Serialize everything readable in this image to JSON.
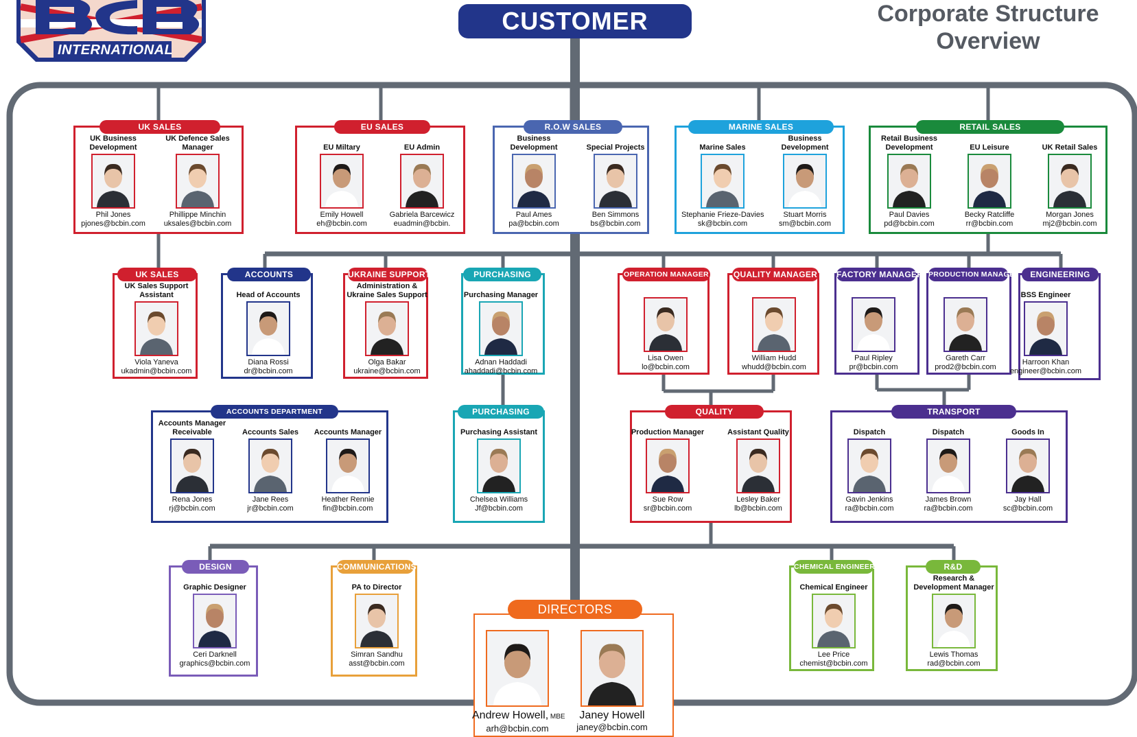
{
  "logo": {
    "text": "INTERNATIONAL"
  },
  "title": {
    "line1": "Corporate Structure",
    "line2": "Overview"
  },
  "customer": {
    "label": "CUSTOMER"
  },
  "colors": {
    "connector": "#626a74",
    "customer": "#22358a",
    "red": "#d0202e",
    "navy": "#22358a",
    "steel": "#4a66b0",
    "sky": "#1ea2dc",
    "green": "#1a8a3c",
    "teal": "#19a6b4",
    "purple": "#4b2f8f",
    "violet": "#7a5cb8",
    "gold": "#e8a03a",
    "lime": "#79b83b",
    "orange": "#ef6a1e"
  },
  "departments": [
    {
      "id": "uk-sales",
      "label": "UK SALES",
      "color": "red",
      "people": [
        {
          "role": "UK Business Development",
          "name": "Phil Jones",
          "email": "pjones@bcbin.com"
        },
        {
          "role": "UK Defence Sales Manager",
          "name": "Phillippe Minchin",
          "email": "uksales@bcbin.com"
        }
      ]
    },
    {
      "id": "eu-sales",
      "label": "EU SALES",
      "color": "red",
      "people": [
        {
          "role": "EU Miltary",
          "name": "Emily Howell",
          "email": "eh@bcbin.com"
        },
        {
          "role": "EU Admin",
          "name": "Gabriela Barcewicz",
          "email": "euadmin@bcbin."
        }
      ]
    },
    {
      "id": "row-sales",
      "label": "R.O.W SALES",
      "color": "steel",
      "people": [
        {
          "role": "Business Development",
          "name": "Paul Ames",
          "email": "pa@bcbin.com"
        },
        {
          "role": "Special Projects",
          "name": "Ben Simmons",
          "email": "bs@bcbin.com"
        }
      ]
    },
    {
      "id": "marine-sales",
      "label": "MARINE SALES",
      "color": "sky",
      "people": [
        {
          "role": "Marine Sales",
          "name": "Stephanie Frieze-Davies",
          "email": "sk@bcbin.com"
        },
        {
          "role": "Business Development",
          "name": "Stuart Morris",
          "email": "sm@bcbin.com"
        }
      ]
    },
    {
      "id": "retail-sales",
      "label": "RETAIL SALES",
      "color": "green",
      "people": [
        {
          "role": "Retail Business Development",
          "name": "Paul Davies",
          "email": "pd@bcbin.com"
        },
        {
          "role": "EU Leisure",
          "name": "Becky Ratcliffe",
          "email": "rr@bcbin.com"
        },
        {
          "role": "UK Retail Sales",
          "name": "Morgan Jones",
          "email": "mj2@bcbin.com"
        }
      ]
    },
    {
      "id": "uk-sales-support",
      "label": "UK SALES",
      "color": "red",
      "people": [
        {
          "role": "UK Sales Support Assistant",
          "name": "Viola Yaneva",
          "email": "ukadmin@bcbin.com"
        }
      ]
    },
    {
      "id": "accounts",
      "label": "ACCOUNTS",
      "color": "navy",
      "people": [
        {
          "role": "Head of Accounts",
          "name": "Diana Rossi",
          "email": "dr@bcbin.com"
        }
      ]
    },
    {
      "id": "ukraine-support",
      "label": "UKRAINE SUPPORT",
      "color": "red",
      "people": [
        {
          "role": "Administration & Ukraine Sales Support",
          "name": "Olga Bakar",
          "email": "ukraine@bcbin.com"
        }
      ]
    },
    {
      "id": "purchasing-manager",
      "label": "PURCHASING",
      "color": "teal",
      "people": [
        {
          "role": "Purchasing Manager",
          "name": "Adnan Haddadi",
          "email": "ahaddadi@bcbin.com"
        }
      ]
    },
    {
      "id": "operation-manager",
      "label": "OPERATION MANAGER",
      "color": "red",
      "people": [
        {
          "role": "",
          "name": "Lisa Owen",
          "email": "lo@bcbin.com"
        }
      ]
    },
    {
      "id": "quality-manager",
      "label": "QUALITY MANAGER",
      "color": "red",
      "people": [
        {
          "role": "",
          "name": "William Hudd",
          "email": "whudd@bcbin.com"
        }
      ]
    },
    {
      "id": "factory-manager",
      "label": "FACTORY MANAGER",
      "color": "purple",
      "people": [
        {
          "role": "",
          "name": "Paul Ripley",
          "email": "pr@bcbin.com"
        }
      ]
    },
    {
      "id": "production-manager",
      "label": "PRODUCTION MANAGER",
      "color": "purple",
      "people": [
        {
          "role": "",
          "name": "Gareth Carr",
          "email": "prod2@bcbin.com"
        }
      ]
    },
    {
      "id": "engineering",
      "label": "ENGINEERING",
      "color": "purple",
      "people": [
        {
          "role": "BSS Engineer",
          "name": "Harroon Khan",
          "email": "engineer@bcbin.com"
        }
      ]
    },
    {
      "id": "accounts-department",
      "label": "ACCOUNTS DEPARTMENT",
      "color": "navy",
      "people": [
        {
          "role": "Accounts Manager Receivable",
          "name": "Rena Jones",
          "email": "rj@bcbin.com"
        },
        {
          "role": "Accounts Sales",
          "name": "Jane Rees",
          "email": "jr@bcbin.com"
        },
        {
          "role": "Accounts Manager",
          "name": "Heather Rennie",
          "email": "fin@bcbin.com"
        }
      ]
    },
    {
      "id": "purchasing-assistant",
      "label": "PURCHASING",
      "color": "teal",
      "people": [
        {
          "role": "Purchasing Assistant",
          "name": "Chelsea Williams",
          "email": "Jf@bcbin.com"
        }
      ]
    },
    {
      "id": "quality",
      "label": "QUALITY",
      "color": "red",
      "people": [
        {
          "role": "Production Manager",
          "name": "Sue Row",
          "email": "sr@bcbin.com"
        },
        {
          "role": "Assistant Quality",
          "name": "Lesley Baker",
          "email": "lb@bcbin.com"
        }
      ]
    },
    {
      "id": "transport",
      "label": "TRANSPORT",
      "color": "purple",
      "people": [
        {
          "role": "Dispatch",
          "name": "Gavin Jenkins",
          "email": "ra@bcbin.com"
        },
        {
          "role": "Dispatch",
          "name": "James Brown",
          "email": "ra@bcbin.com"
        },
        {
          "role": "Goods In",
          "name": "Jay Hall",
          "email": "sc@bcbin.com"
        }
      ]
    },
    {
      "id": "design",
      "label": "DESIGN",
      "color": "violet",
      "people": [
        {
          "role": "Graphic Designer",
          "name": "Ceri Darknell",
          "email": "graphics@bcbin.com"
        }
      ]
    },
    {
      "id": "communications",
      "label": "COMMUNICATIONS",
      "color": "gold",
      "people": [
        {
          "role": "PA to Director",
          "name": "Simran Sandhu",
          "email": "asst@bcbin.com"
        }
      ]
    },
    {
      "id": "chemical-engineer",
      "label": "CHEMICAL ENGINEER",
      "color": "lime",
      "people": [
        {
          "role": "Chemical Engineer",
          "name": "Lee Price",
          "email": "chemist@bcbin.com"
        }
      ]
    },
    {
      "id": "research-development",
      "label": "R&D",
      "color": "lime",
      "people": [
        {
          "role": "Research & Development Manager",
          "name": "Lewis Thomas",
          "email": "rad@bcbin.com"
        }
      ]
    }
  ],
  "directors": {
    "label": "DIRECTORS",
    "color": "orange",
    "people": [
      {
        "name": "Andrew Howell,",
        "honour": "MBE",
        "email": "arh@bcbin.com"
      },
      {
        "name": "Janey Howell",
        "honour": "",
        "email": "janey@bcbin.com"
      }
    ]
  }
}
